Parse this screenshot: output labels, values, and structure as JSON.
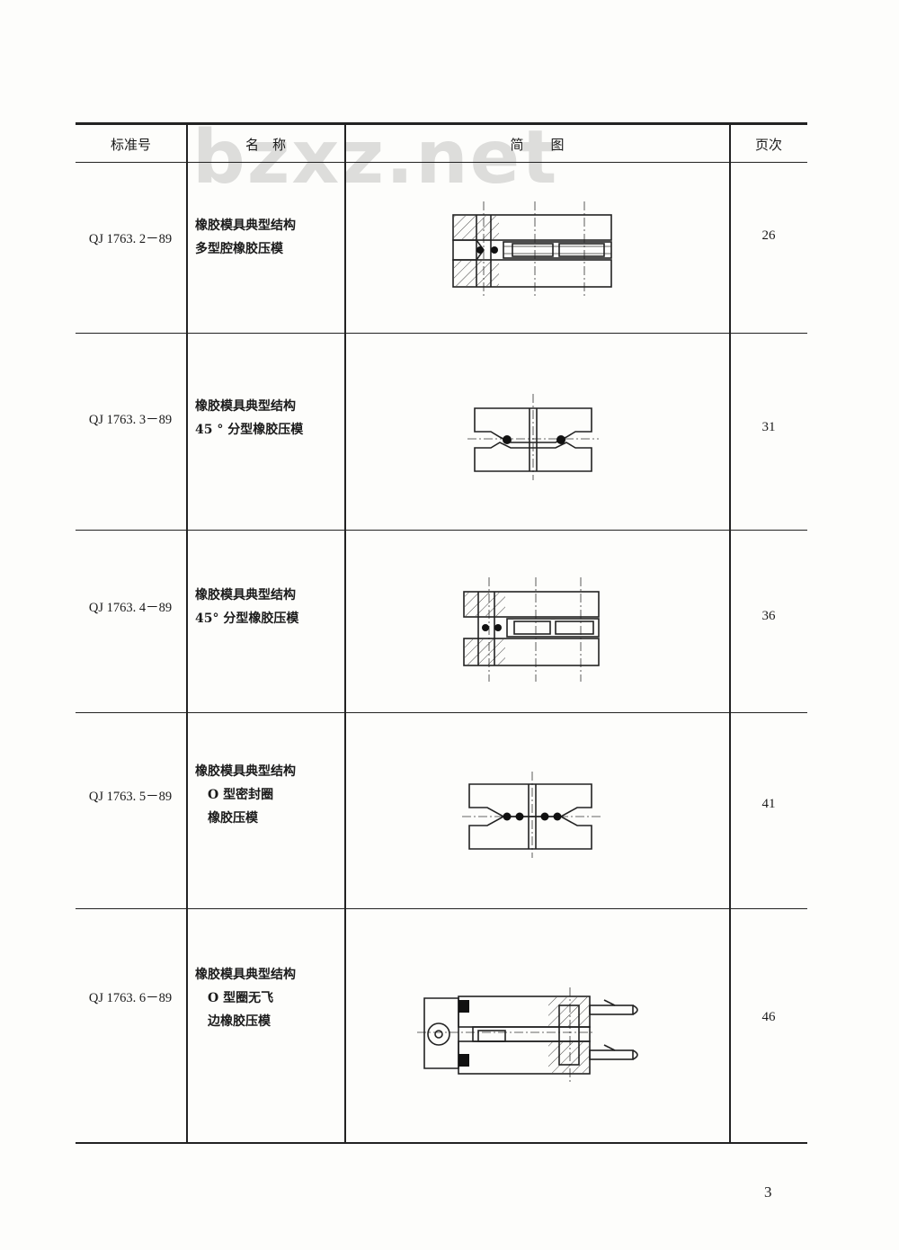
{
  "watermark": "bzxz.net",
  "header": {
    "col_standard": "标准号",
    "col_name": "名　称",
    "col_diagram": "简　　图",
    "col_page": "页次"
  },
  "rows": [
    {
      "standard": "QJ 1763. 2－89",
      "name_lines": [
        "橡胶模具典型结构",
        "多型腔橡胶压模"
      ],
      "page": "26"
    },
    {
      "standard": "QJ 1763. 3－89",
      "name_lines": [
        "橡胶模具典型结构",
        "45 ° 分型橡胶压模"
      ],
      "page": "31"
    },
    {
      "standard": "QJ 1763. 4－89",
      "name_lines": [
        "橡胶模具典型结构",
        "45° 分型橡胶压模"
      ],
      "page": "36"
    },
    {
      "standard": "QJ 1763. 5－89",
      "name_lines": [
        "橡胶模具典型结构",
        "　O 型密封圈",
        "　橡胶压模"
      ],
      "page": "41"
    },
    {
      "standard": "QJ 1763. 6－89",
      "name_lines": [
        "橡胶模具典型结构",
        "　O 型圈无飞",
        "　边橡胶压模"
      ],
      "page": "46"
    }
  ],
  "diagram_icons": [
    "multi-cavity-mold-drawing",
    "45-degree-split-mold-drawing",
    "45-degree-split-mold-stack-drawing",
    "o-ring-mold-drawing",
    "flashless-o-ring-mold-drawing"
  ],
  "page_number": "3"
}
